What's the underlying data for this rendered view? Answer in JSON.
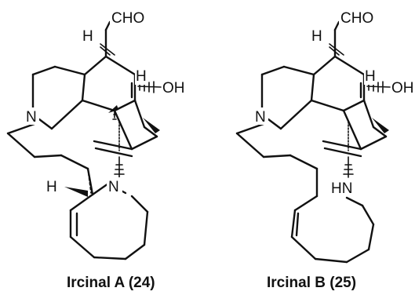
{
  "structures": [
    {
      "caption": "Ircinal A (24)",
      "labels": {
        "aldehyde": "CHO",
        "ring_nitrogen": "N",
        "hydroxyl": "OH",
        "ring_junction_h": "H",
        "center_h": "H",
        "alpha_h": "H",
        "lower_nitrogen": "N"
      }
    },
    {
      "caption": "Ircinal B (25)",
      "labels": {
        "aldehyde": "CHO",
        "ring_nitrogen": "N",
        "hydroxyl": "OH",
        "ring_junction_h": "H",
        "center_h": "H",
        "lower_amine": "HN"
      }
    }
  ]
}
